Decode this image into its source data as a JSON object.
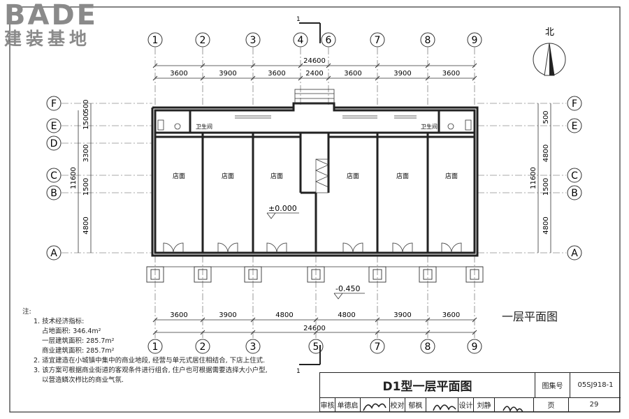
{
  "logo": {
    "brand": "BADE",
    "subtitle": "建装基地"
  },
  "axes_top": [
    "1",
    "2",
    "3",
    "4",
    "6",
    "7",
    "8",
    "9"
  ],
  "axes_bottom": [
    "1",
    "2",
    "3",
    "5",
    "7",
    "8",
    "9"
  ],
  "axes_left": [
    "F",
    "E",
    "D",
    "C",
    "B",
    "A"
  ],
  "axes_right": [
    "F",
    "E",
    "C",
    "B",
    "A"
  ],
  "dims_top_total": "24600",
  "dims_top": [
    "3600",
    "3900",
    "3600",
    "2400",
    "3600",
    "3900",
    "3600"
  ],
  "dims_bottom_total": "24600",
  "dims_bottom": [
    "3600",
    "3900",
    "4800",
    "4800",
    "3900",
    "3600"
  ],
  "dims_left_total": "11600",
  "dims_left": [
    "1500",
    "3300",
    "1500",
    "4800"
  ],
  "dims_left_top": "500",
  "dims_right_total": "11600",
  "dims_right": [
    "500",
    "4800",
    "1500",
    "4800"
  ],
  "section_mark": "1",
  "north_label": "北",
  "rooms": [
    "店面",
    "店面",
    "店面",
    "店面",
    "店面",
    "店面"
  ],
  "toilet_label": "卫生间",
  "level_main": "±0.000",
  "level_outdoor": "-0.450",
  "plan_title": "一层平面图",
  "notes": {
    "heading": "注:",
    "item1": "1. 技术经济指标:",
    "item1a": "占地面积: 346.4m²",
    "item1b": "一层建筑面积: 285.7m²",
    "item1c": "商业建筑面积: 285.7m²",
    "item2": "2. 适宜建造在小城镇中集中的商业地段, 经营与单元式居住相结合, 下店上住式.",
    "item3": "3. 该方案可根据商业街道的客观条件进行组合, 住户也可根据需要选择大小户型,",
    "item3b": "以营造鳞次栉比的商业气氛."
  },
  "title_block": {
    "drawing_title": "D1型一层平面图",
    "atlas_label": "图集号",
    "atlas_no": "05SJ918-1",
    "review_label": "审核",
    "reviewer": "单德启",
    "check_label": "校对",
    "checker": "郁枫",
    "design_label": "设计",
    "designer": "刘静",
    "page_label": "页",
    "page_no": "29"
  }
}
